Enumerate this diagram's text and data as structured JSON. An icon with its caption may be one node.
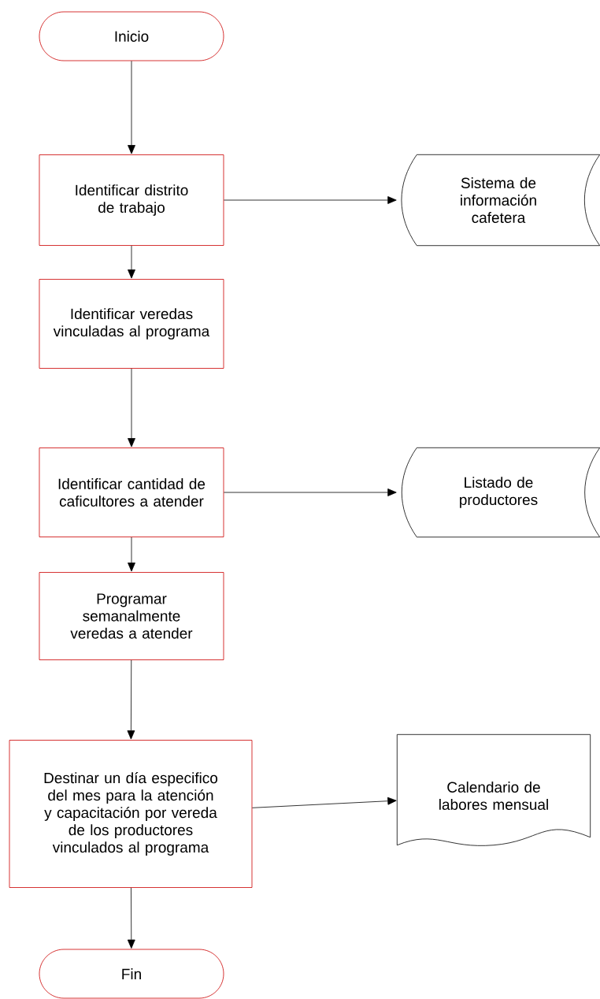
{
  "diagram": {
    "nodes": [
      {
        "text": [
          "Inicio"
        ]
      },
      {
        "text": [
          "Identificar distrito de trabajo"
        ]
      },
      {
        "text": [
          "Sistema de información cafetera"
        ]
      },
      {
        "text": [
          "Identificar veredas vinculadas al programa"
        ]
      },
      {
        "text": [
          "Identificar cantidad de caficultores a atender"
        ]
      },
      {
        "text": [
          "Listado de productores"
        ]
      },
      {
        "text": [
          "Programar semanalmente veredas a atender"
        ]
      },
      {
        "text": [
          "Destinar un día especifico del mes para la atención y capacitación por vereda de los productores vinculados al programa"
        ]
      },
      {
        "text": [
          "Calendario de labores mensual"
        ]
      },
      {
        "text": [
          "Fin"
        ]
      }
    ],
    "edges": [
      {
        "from": 0,
        "to": 1,
        "arrow": "to"
      },
      {
        "from": 1,
        "to": 2,
        "arrow": "to"
      },
      {
        "from": 1,
        "to": 3,
        "arrow": "to"
      },
      {
        "from": 3,
        "to": 4,
        "arrow": "to"
      },
      {
        "from": 4,
        "to": 5,
        "arrow": "to"
      },
      {
        "from": 4,
        "to": 6,
        "arrow": "to"
      },
      {
        "from": 6,
        "to": 7,
        "arrow": "to"
      },
      {
        "from": 7,
        "to": 8,
        "arrow": "to"
      },
      {
        "from": 7,
        "to": 9,
        "arrow": "to"
      }
    ]
  }
}
